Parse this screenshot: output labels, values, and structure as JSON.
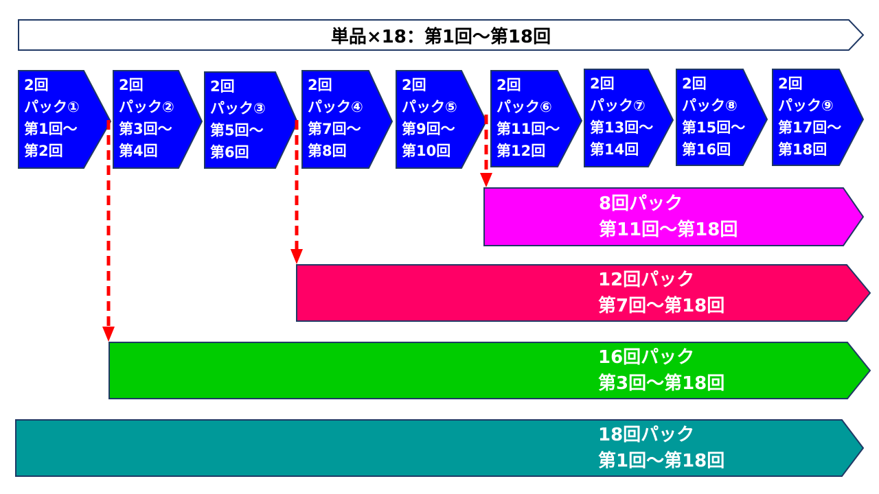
{
  "title": "単品×18：第1回〜第18回",
  "small_packs": [
    {
      "line1": "2回",
      "line2": "パック①",
      "line3": "第1回〜",
      "line4": "第2回"
    },
    {
      "line1": "2回",
      "line2": "パック②",
      "line3": "第3回〜",
      "line4": "第4回"
    },
    {
      "line1": "2回",
      "line2": "パック③",
      "line3": "第5回〜",
      "line4": "第6回"
    },
    {
      "line1": "2回",
      "line2": "パック④",
      "line3": "第7回〜",
      "line4": "第8回"
    },
    {
      "line1": "2回",
      "line2": "パック⑤",
      "line3": "第9回〜",
      "line4": "第10回"
    },
    {
      "line1": "2回",
      "line2": "パック⑥",
      "line3": "第11回〜",
      "line4": "第12回"
    },
    {
      "line1": "2回",
      "line2": "パック⑦",
      "line3": "第13回〜",
      "line4": "第14回"
    },
    {
      "line1": "2回",
      "line2": "パック⑧",
      "line3": "第15回〜",
      "line4": "第16回"
    },
    {
      "line1": "2回",
      "line2": "パック⑨",
      "line3": "第17回〜",
      "line4": "第18回"
    }
  ],
  "big_packs": [
    {
      "name": "8回パック",
      "range": "第11回〜第18回",
      "color": "#ff00ff"
    },
    {
      "name": "12回パック",
      "range": "第7回〜第18回",
      "color": "#ff0066"
    },
    {
      "name": "16回パック",
      "range": "第3回〜第18回",
      "color": "#00cc00"
    },
    {
      "name": "18回パック",
      "range": "第1回〜第18回",
      "color": "#009999"
    }
  ],
  "colors": {
    "small_pack_fill": "#0000ff",
    "outline": "#1f3864",
    "arrow": "#ff0000"
  }
}
